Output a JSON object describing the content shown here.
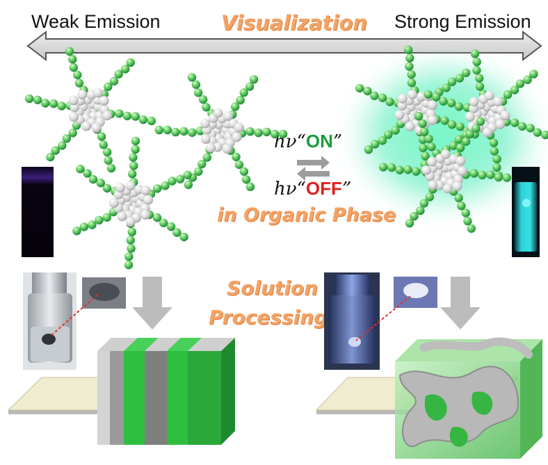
{
  "header": {
    "left_label": "Weak Emission",
    "center_label": "Visualization",
    "right_label": "Strong Emission"
  },
  "switch": {
    "symbol": "hν",
    "on_open": "“",
    "on_label": "ON",
    "on_close": "”",
    "off_open": "“",
    "off_label": "OFF",
    "off_close": "”",
    "phase_label": "in Organic Phase"
  },
  "processing": {
    "line1": "Solution",
    "line2": "Processing"
  },
  "colors": {
    "green": "#3fbf5a",
    "glow": "#44e9b0",
    "orange_text": "#f2a365",
    "on": "#1a9c3c",
    "off": "#e02020"
  }
}
